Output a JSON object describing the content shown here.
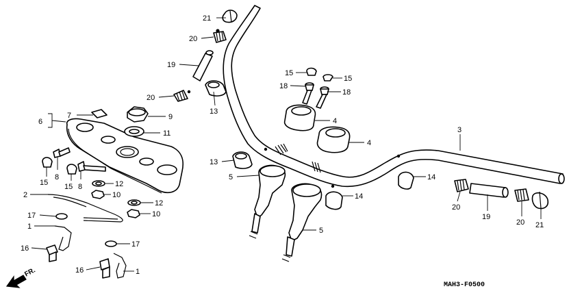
{
  "diagram": {
    "code": "MAH3-F0500",
    "direction_label": "FR.",
    "callouts": [
      {
        "id": "c21a",
        "label": "21"
      },
      {
        "id": "c20a",
        "label": "20"
      },
      {
        "id": "c19a",
        "label": "19"
      },
      {
        "id": "c20b",
        "label": "20"
      },
      {
        "id": "c13a",
        "label": "13"
      },
      {
        "id": "c15a",
        "label": "15"
      },
      {
        "id": "c15b",
        "label": "15"
      },
      {
        "id": "c18a",
        "label": "18"
      },
      {
        "id": "c18b",
        "label": "18"
      },
      {
        "id": "c4a",
        "label": "4"
      },
      {
        "id": "c4b",
        "label": "4"
      },
      {
        "id": "c3",
        "label": "3"
      },
      {
        "id": "c7",
        "label": "7"
      },
      {
        "id": "c6",
        "label": "6"
      },
      {
        "id": "c9",
        "label": "9"
      },
      {
        "id": "c11",
        "label": "11"
      },
      {
        "id": "c15c",
        "label": "15"
      },
      {
        "id": "c8a",
        "label": "8"
      },
      {
        "id": "c15d",
        "label": "15"
      },
      {
        "id": "c8b",
        "label": "8"
      },
      {
        "id": "c12a",
        "label": "12"
      },
      {
        "id": "c10a",
        "label": "10"
      },
      {
        "id": "c12b",
        "label": "12"
      },
      {
        "id": "c10b",
        "label": "10"
      },
      {
        "id": "c2",
        "label": "2"
      },
      {
        "id": "c17a",
        "label": "17"
      },
      {
        "id": "c1a",
        "label": "1"
      },
      {
        "id": "c16a",
        "label": "16"
      },
      {
        "id": "c17b",
        "label": "17"
      },
      {
        "id": "c16b",
        "label": "16"
      },
      {
        "id": "c1b",
        "label": "1"
      },
      {
        "id": "c13b",
        "label": "13"
      },
      {
        "id": "c5a",
        "label": "5"
      },
      {
        "id": "c5b",
        "label": "5"
      },
      {
        "id": "c14a",
        "label": "14"
      },
      {
        "id": "c14b",
        "label": "14"
      },
      {
        "id": "c20c",
        "label": "20"
      },
      {
        "id": "c19b",
        "label": "19"
      },
      {
        "id": "c20d",
        "label": "20"
      },
      {
        "id": "c21b",
        "label": "21"
      }
    ]
  }
}
